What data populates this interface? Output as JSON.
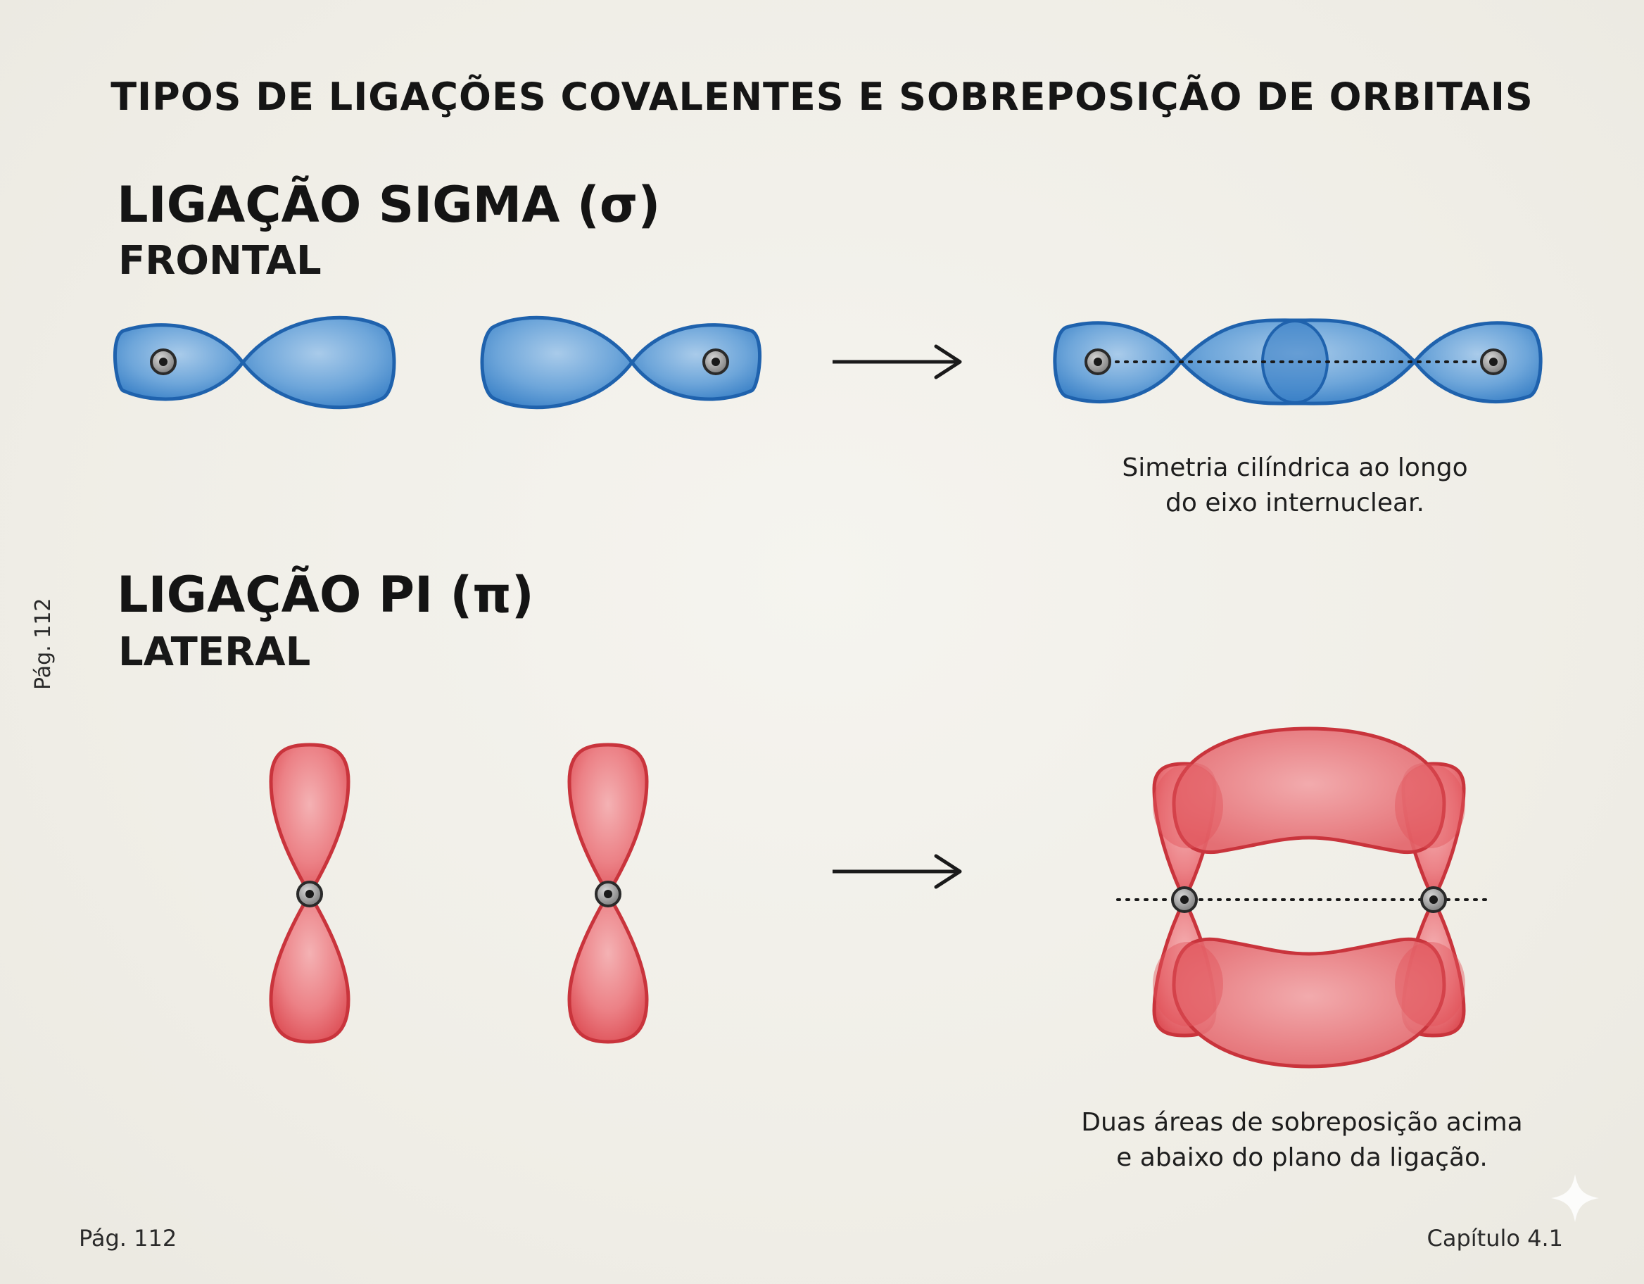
{
  "title": "TIPOS DE LIGAÇÕES COVALENTES E SOBREPOSIÇÃO DE ORBITAIS",
  "sigma": {
    "heading": "LIGAÇÃO SIGMA (σ)",
    "subheading": "FRONTAL",
    "caption_line1": "Simetria cilíndrica ao longo",
    "caption_line2": "do eixo internuclear."
  },
  "pi": {
    "heading": "LIGAÇÃO PI (π)",
    "subheading": "LATERAL",
    "caption_line1": "Duas áreas de sobreposição acima",
    "caption_line2": "e abaixo do plano da ligação."
  },
  "side_page_label": "Pág. 112",
  "footer": {
    "left": "Pág. 112",
    "right": "Capítulo 4.1"
  },
  "colors": {
    "sigma_fill": "#4a8fce",
    "sigma_stroke": "#1f62ad",
    "pi_fill": "#e8636a",
    "pi_stroke": "#c9343c",
    "nucleus": "#3a3a3a"
  }
}
